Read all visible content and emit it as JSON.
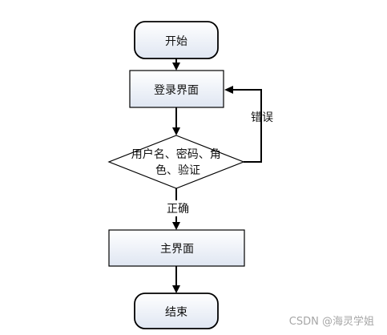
{
  "flowchart": {
    "nodes": {
      "start": {
        "label": "开始",
        "shape": "terminator"
      },
      "login": {
        "label": "登录界面",
        "shape": "process"
      },
      "check": {
        "lines": [
          "用户名、密码、角",
          "色、验证"
        ],
        "shape": "decision"
      },
      "main": {
        "label": "主界面",
        "shape": "process"
      },
      "end": {
        "label": "结束",
        "shape": "terminator"
      }
    },
    "edges": {
      "correct_label": "正确",
      "error_label": "错误"
    }
  },
  "watermark": "CSDN @海灵学姐",
  "colors": {
    "stroke": "#000000",
    "fill_top": "#ffffff",
    "fill_bottom": "#dfe6f2",
    "text": "#111111",
    "watermark": "#a6a6a6"
  }
}
